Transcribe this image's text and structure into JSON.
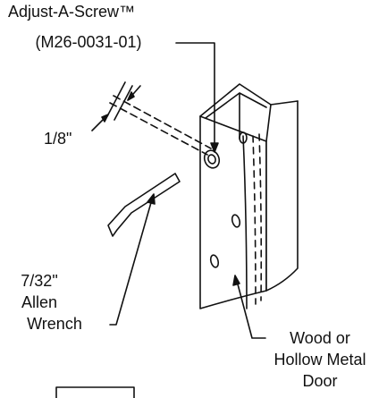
{
  "labels": {
    "screw_name": "Adjust-A-Screw™",
    "screw_part": "(M26-0031-01)",
    "dimension": "1/8\"",
    "wrench_size": "7/32\"",
    "wrench_line2": "Allen",
    "wrench_line3": "Wrench",
    "door_line1": "Wood or",
    "door_line2": "Hollow Metal",
    "door_line3": "Door"
  },
  "colors": {
    "ink": "#111111",
    "background": "#ffffff"
  }
}
